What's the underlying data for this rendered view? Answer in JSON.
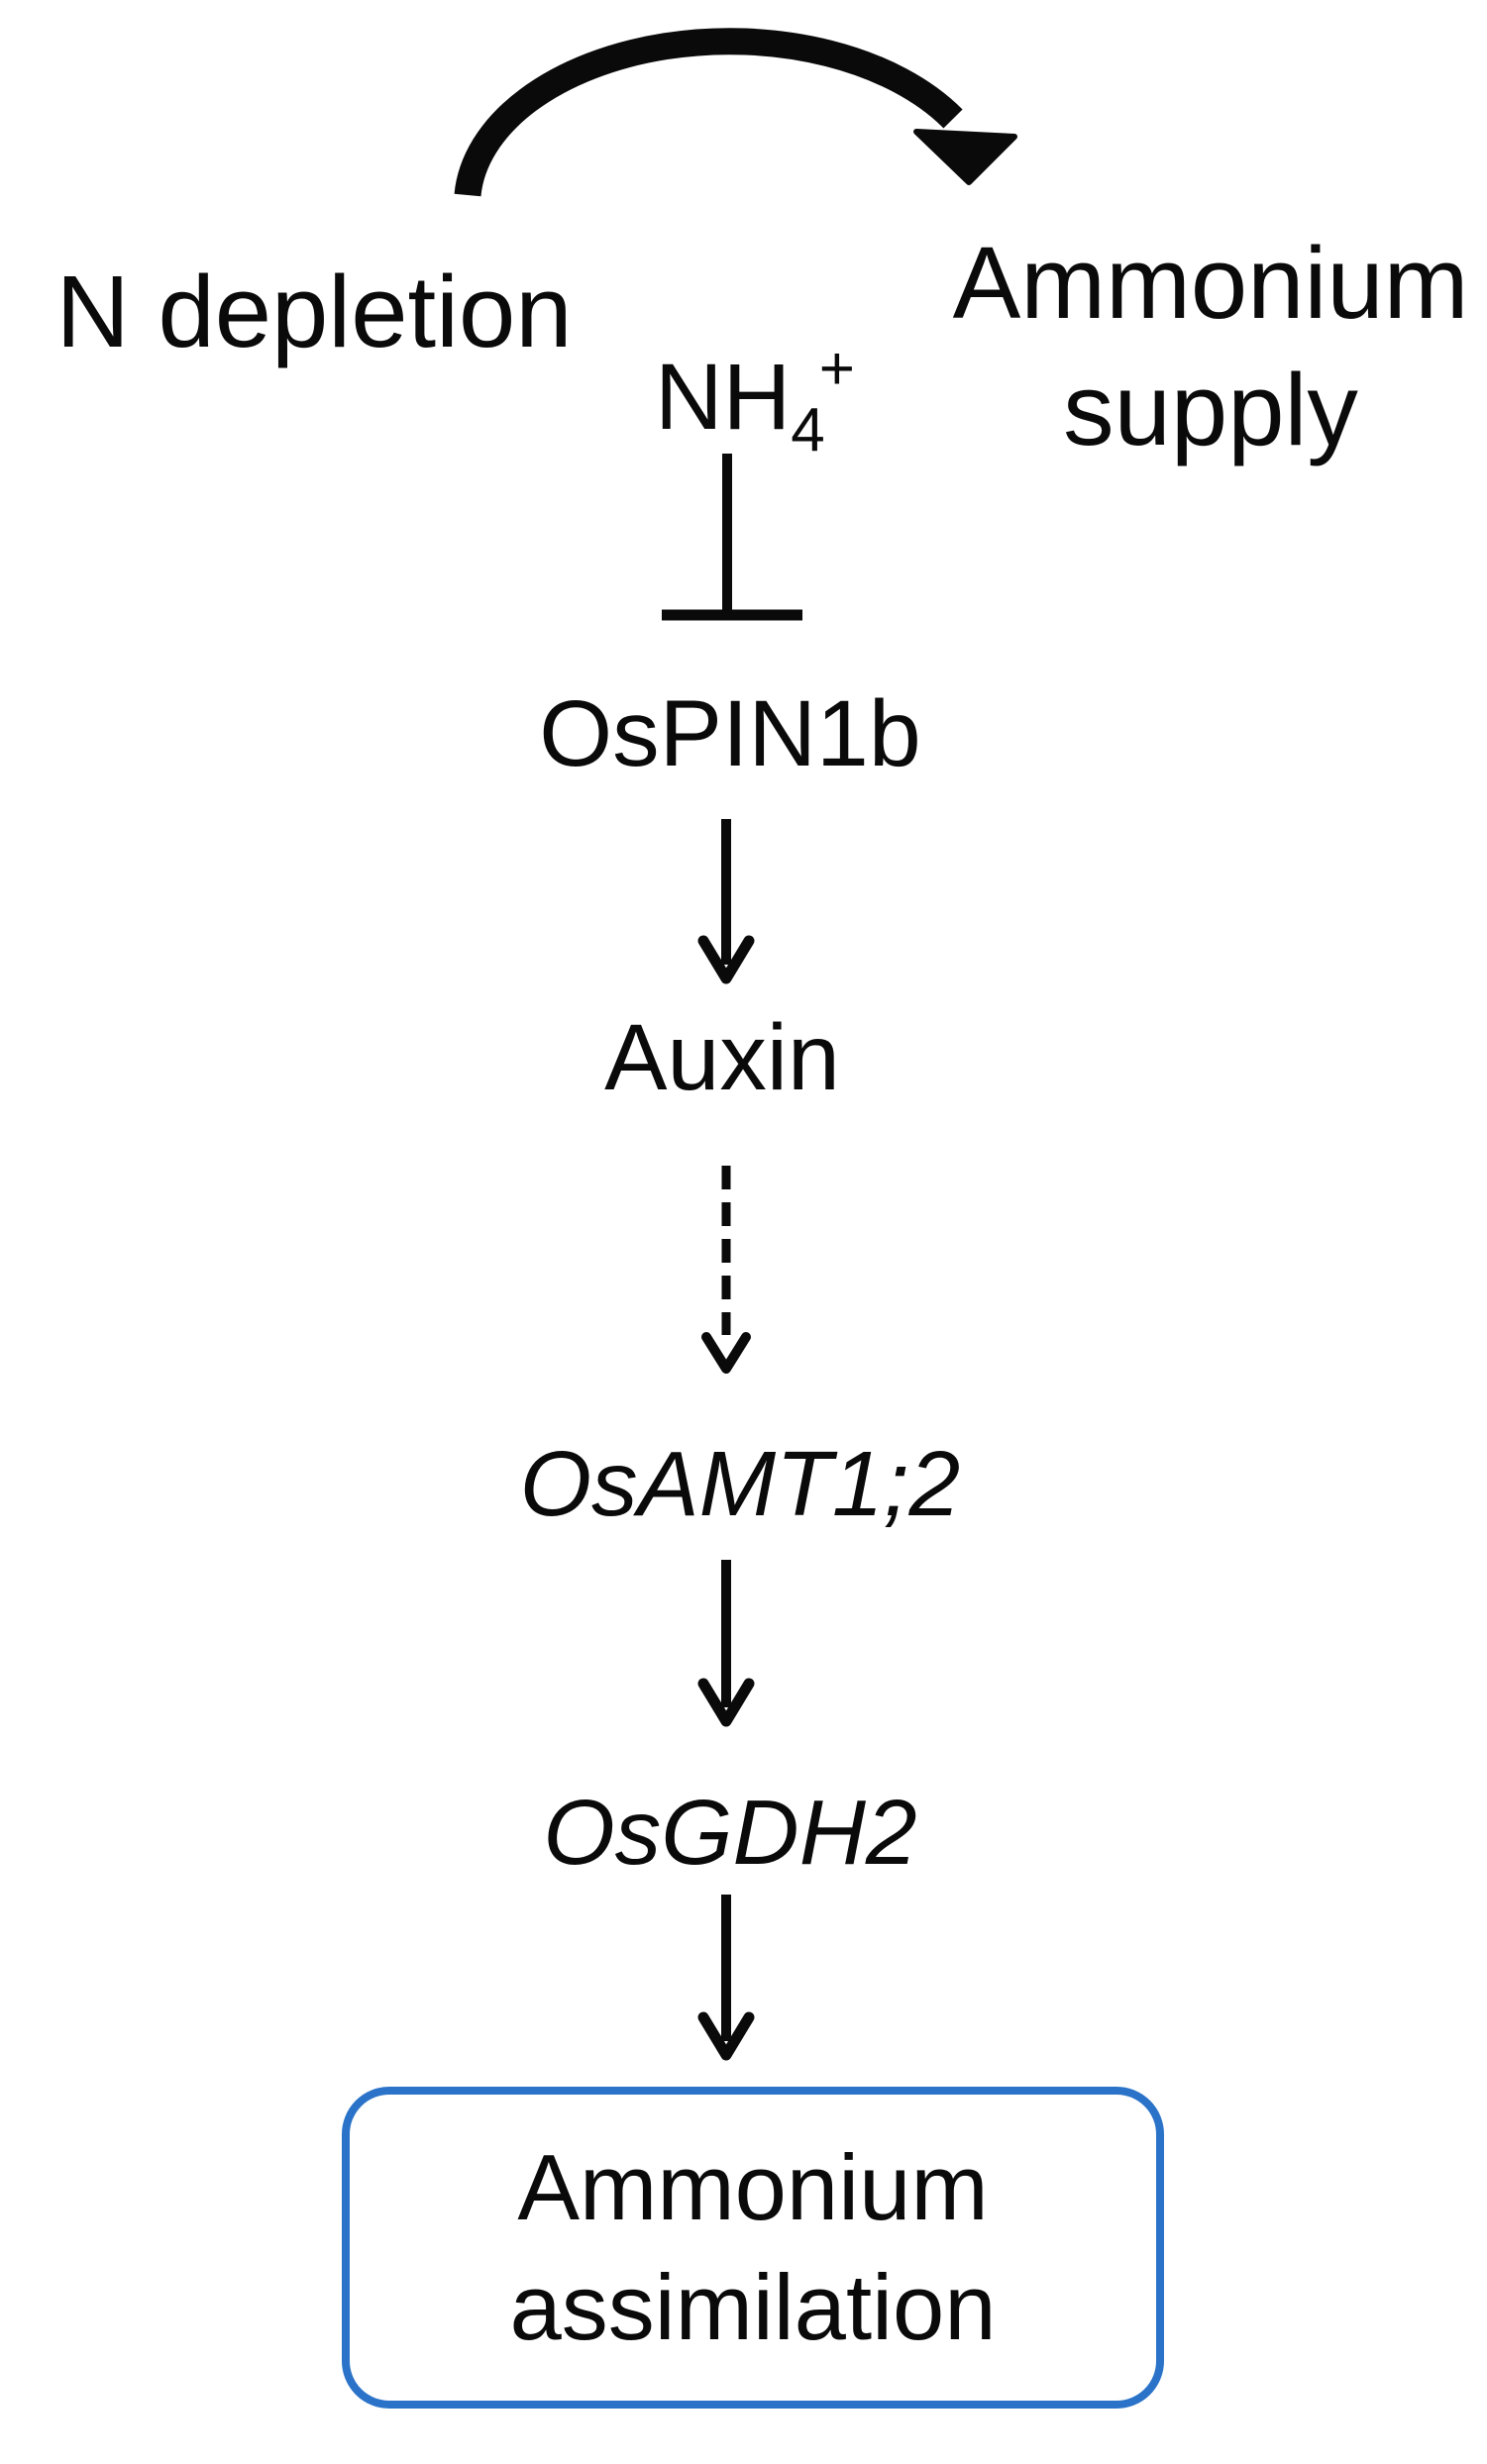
{
  "diagram": {
    "title_hint": "Ammonium supply / N depletion signalling pathway",
    "colors": {
      "background": "#ffffff",
      "text": "#0a0a0a",
      "arrow": "#0a0a0a",
      "result_box_border": "#2b73c8"
    },
    "labels": {
      "n_depletion": "N depletion",
      "ammonium_supply_line1": "Ammonium",
      "ammonium_supply_line2": "supply",
      "nh4_base": "NH",
      "nh4_sub": "4",
      "nh4_sup": "+",
      "ospin1b": "OsPIN1b",
      "auxin": "Auxin",
      "osamt12": "OsAMT1;2",
      "osgdh2": "OsGDH2",
      "result_line1": "Ammonium",
      "result_line2": "assimilation"
    },
    "edges": [
      {
        "from": "N depletion",
        "to": "Ammonium supply",
        "style": "curved-solid-arrow"
      },
      {
        "from": "NH4+",
        "to": "OsPIN1b",
        "style": "inhibition-bar"
      },
      {
        "from": "OsPIN1b",
        "to": "Auxin",
        "style": "solid-arrow"
      },
      {
        "from": "Auxin",
        "to": "OsAMT1;2",
        "style": "dashed-arrow"
      },
      {
        "from": "OsAMT1;2",
        "to": "OsGDH2",
        "style": "solid-arrow"
      },
      {
        "from": "OsGDH2",
        "to": "Ammonium assimilation",
        "style": "solid-arrow"
      }
    ]
  }
}
